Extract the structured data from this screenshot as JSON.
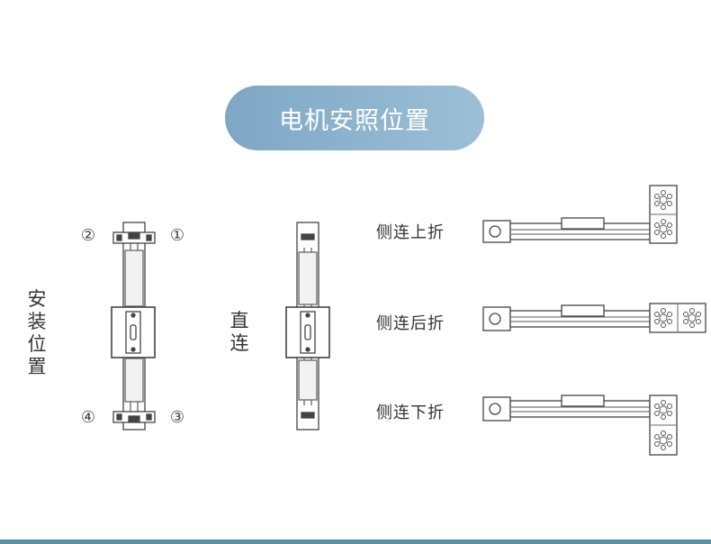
{
  "header": {
    "title": "电机安照位置"
  },
  "left_section": {
    "label": [
      "安",
      "装",
      "位",
      "置"
    ],
    "markers": [
      "②",
      "①",
      "④",
      "③"
    ]
  },
  "middle_section": {
    "label": [
      "直",
      "连"
    ]
  },
  "right_section": {
    "items": [
      {
        "label": "侧连上折"
      },
      {
        "label": "侧连后折"
      },
      {
        "label": "侧连下折"
      }
    ]
  },
  "colors": {
    "pill": "#8fb3cd",
    "line": "#444444",
    "bottom_bar": "#5a8fa4"
  }
}
